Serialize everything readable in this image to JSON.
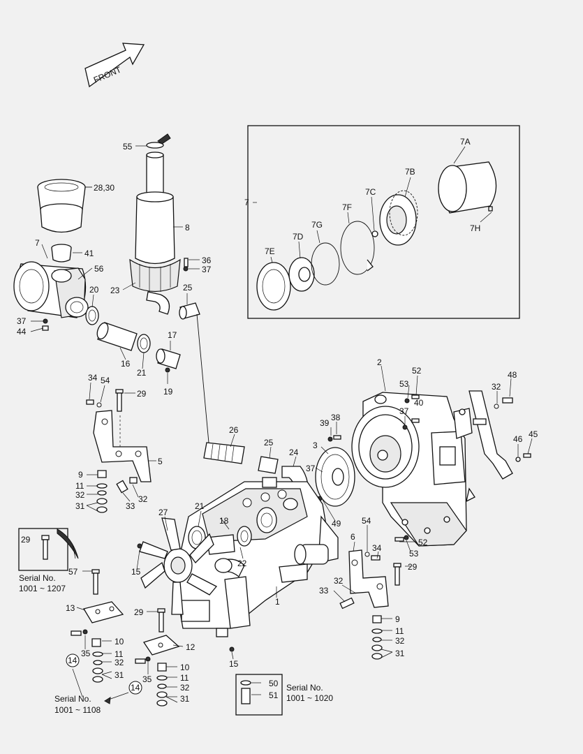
{
  "direction_label": "FRONT",
  "callouts": {
    "c55": "55",
    "c28_30": "28,30",
    "c8": "8",
    "c7": "7",
    "c41": "41",
    "c56": "56",
    "c36": "36",
    "c37a": "37",
    "c23": "23",
    "c25a": "25",
    "c20": "20",
    "c37b": "37",
    "c44": "44",
    "c16": "16",
    "c21a": "21",
    "c17": "17",
    "c19": "19",
    "b7": "7",
    "b7A": "7A",
    "b7B": "7B",
    "b7C": "7C",
    "b7F": "7F",
    "b7G": "7G",
    "b7D": "7D",
    "b7E": "7E",
    "b7H": "7H",
    "c2": "2",
    "c52a": "52",
    "c53a": "53",
    "c40": "40",
    "c37c": "37",
    "c32a": "32",
    "c48": "48",
    "c39": "39",
    "c38": "38",
    "c3": "3",
    "c46": "46",
    "c45": "45",
    "c34a": "34",
    "c54a": "54",
    "c29a": "29",
    "c26": "26",
    "c25b": "25",
    "c24": "24",
    "c37d": "37",
    "c5": "5",
    "c9a": "9",
    "c11a": "11",
    "c32b": "32",
    "c31a": "31",
    "c33a": "33",
    "c32c": "32",
    "c27": "27",
    "c21b": "21",
    "c18": "18",
    "c49": "49",
    "c6": "6",
    "c54b": "54",
    "c34b": "34",
    "c53b": "53",
    "c52b": "52",
    "c29b": "29",
    "c15a": "15",
    "c22": "22",
    "c32d": "32",
    "c33b": "33",
    "c1": "1",
    "c9b": "9",
    "c11b": "11",
    "c32e": "32",
    "c31b": "31",
    "c57": "57",
    "c13": "13",
    "c29c": "29",
    "c12": "12",
    "c10a": "10",
    "c11c": "11",
    "c32f": "32",
    "c31c": "31",
    "c35a": "35",
    "c14a": "14",
    "c10b": "10",
    "c11d": "11",
    "c32g": "32",
    "c31d": "31",
    "c35b": "35",
    "c14b": "14",
    "c15b": "15",
    "c50": "50",
    "c51": "51",
    "inset29": "29"
  },
  "serial_notes": {
    "n1_line1": "Serial No.",
    "n1_line2": "1001 ~ 1207",
    "n2_line1": "Serial No.",
    "n2_line2": "1001 ~ 1108",
    "n3_line1": "Serial No.",
    "n3_line2": "1001 ~ 1020"
  },
  "colors": {
    "background": "#f1f1f1",
    "ink": "#111111"
  }
}
